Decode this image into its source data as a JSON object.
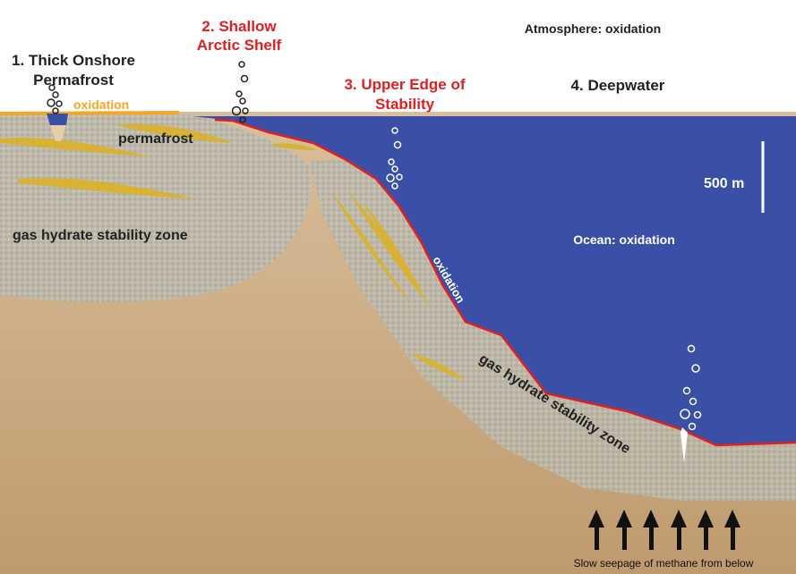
{
  "labels": {
    "site1_line1": "1. Thick Onshore",
    "site1_line2": "Permafrost",
    "site2_line1": "2. Shallow",
    "site2_line2": "Arctic Shelf",
    "site3_line1": "3. Upper Edge of",
    "site3_line2": "Stability",
    "site4": "4. Deepwater",
    "atmosphere": "Atmosphere: oxidation",
    "ocean": "Ocean: oxidation",
    "oxidation_land": "oxidation",
    "oxidation_slope": "oxidation",
    "permafrost": "permafrost",
    "ghsz_left": "gas hydrate stability zone",
    "ghsz_slope": "gas hydrate stability zone",
    "scale": "500 m",
    "seepage": "Slow seepage of methane from below"
  },
  "colors": {
    "ocean": "#3a4fa6",
    "sediment": "#c4a27a",
    "red_label": "#e02020",
    "oxidation": "#f5a623",
    "hydrate": "#d9b22a"
  }
}
